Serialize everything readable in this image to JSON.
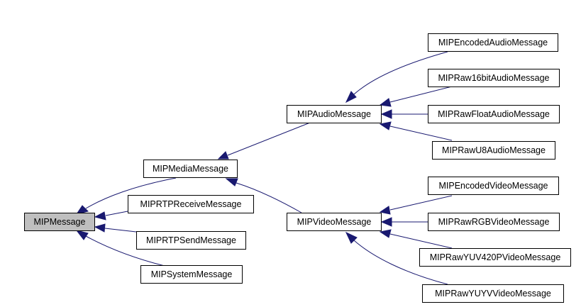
{
  "nodes": {
    "mipmessage": "MIPMessage",
    "mipmediamessage": "MIPMediaMessage",
    "miprtpreceivemessage": "MIPRTPReceiveMessage",
    "miprtpsendmessage": "MIPRTPSendMessage",
    "mipsystemmessage": "MIPSystemMessage",
    "mipaudiomessage": "MIPAudioMessage",
    "mipvideomessage": "MIPVideoMessage",
    "mipencodedaudiomessage": "MIPEncodedAudioMessage",
    "mipraw16bitaudiomessage": "MIPRaw16bitAudioMessage",
    "miprawfloataudiomessage": "MIPRawFloatAudioMessage",
    "miprawu8audiomessage": "MIPRawU8AudioMessage",
    "mipencodedvideomessage": "MIPEncodedVideoMessage",
    "miprawrgbvideomessage": "MIPRawRGBVideoMessage",
    "miprawyuv420pvideomessage": "MIPRawYUV420PVideoMessage",
    "miprawyuyvvideomessage": "MIPRawYUYVVideoMessage"
  },
  "edges": [
    {
      "from": "mipmediamessage",
      "to": "mipmessage"
    },
    {
      "from": "miprtpreceivemessage",
      "to": "mipmessage"
    },
    {
      "from": "miprtpsendmessage",
      "to": "mipmessage"
    },
    {
      "from": "mipsystemmessage",
      "to": "mipmessage"
    },
    {
      "from": "mipaudiomessage",
      "to": "mipmediamessage"
    },
    {
      "from": "mipvideomessage",
      "to": "mipmediamessage"
    },
    {
      "from": "mipencodedaudiomessage",
      "to": "mipaudiomessage"
    },
    {
      "from": "mipraw16bitaudiomessage",
      "to": "mipaudiomessage"
    },
    {
      "from": "miprawfloataudiomessage",
      "to": "mipaudiomessage"
    },
    {
      "from": "miprawu8audiomessage",
      "to": "mipaudiomessage"
    },
    {
      "from": "mipencodedvideomessage",
      "to": "mipvideomessage"
    },
    {
      "from": "miprawrgbvideomessage",
      "to": "mipvideomessage"
    },
    {
      "from": "miprawyuv420pvideomessage",
      "to": "mipvideomessage"
    },
    {
      "from": "miprawyuyvvideomessage",
      "to": "mipvideomessage"
    }
  ],
  "colors": {
    "edge": "#191970",
    "root_fill": "#bfbfbf",
    "node_fill": "#ffffff",
    "node_border": "#000000"
  }
}
